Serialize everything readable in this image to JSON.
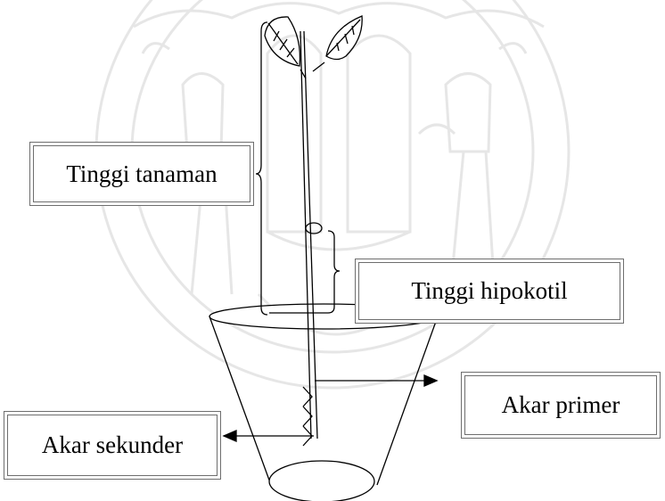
{
  "labels": {
    "tinggi_tanaman": "Tinggi tanaman",
    "tinggi_hipokotil": "Tinggi hipokotil",
    "akar_primer": "Akar primer",
    "akar_sekunder": "Akar sekunder"
  },
  "colors": {
    "line": "#000000",
    "box_border": "#6e6e6e",
    "watermark": "#e9e9e9"
  },
  "icons": {
    "watermark": "watermark-seal-icon",
    "plant": "seedling-icon",
    "pot": "pot-icon"
  }
}
